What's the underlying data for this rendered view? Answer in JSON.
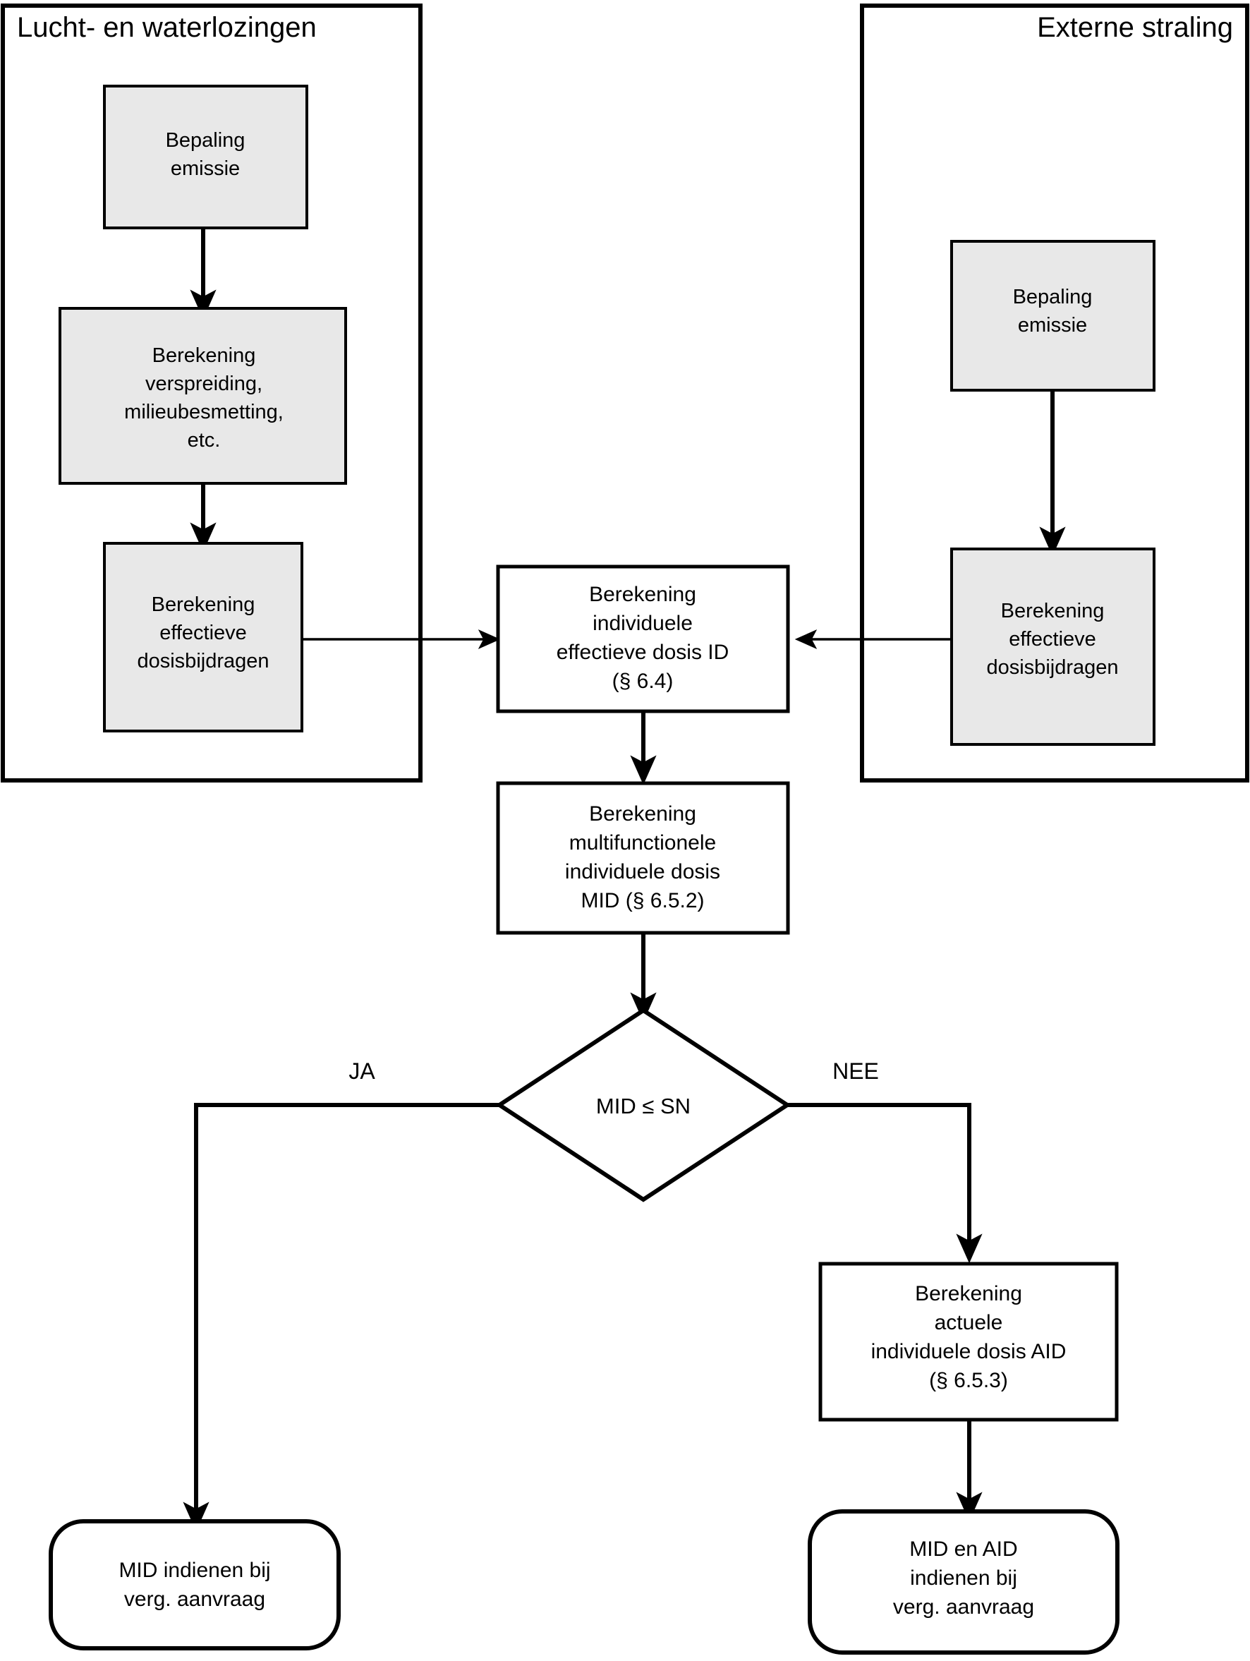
{
  "diagram": {
    "type": "flowchart",
    "language": "nl",
    "title": "",
    "colors": {
      "shaded_fill": "#e8e8e8",
      "plain_fill": "#ffffff",
      "stroke": "#000000"
    },
    "groups": [
      {
        "id": "lucht-en-waterlozingen",
        "label": "Lucht- en waterlozingen"
      },
      {
        "id": "externe-straling",
        "label": "Externe straling"
      }
    ],
    "nodes": {
      "left_emissie": {
        "shape": "process",
        "lines": [
          "Bepaling",
          "emissie"
        ]
      },
      "left_verspreiding": {
        "shape": "process",
        "lines": [
          "Berekening",
          "verspreiding,",
          "milieubesmetting,",
          "etc."
        ]
      },
      "left_dosisbijdragen": {
        "shape": "process",
        "lines": [
          "Berekening",
          "effectieve",
          "dosisbijdragen"
        ]
      },
      "right_emissie": {
        "shape": "process",
        "lines": [
          "Bepaling",
          "emissie"
        ]
      },
      "right_dosisbijdragen": {
        "shape": "process",
        "lines": [
          "Berekening",
          "effectieve",
          "dosisbijdragen"
        ]
      },
      "id_box": {
        "shape": "process",
        "lines": [
          "Berekening",
          "individuele",
          "effectieve dosis ID",
          "(§ 6.4)"
        ]
      },
      "mid_box": {
        "shape": "process",
        "lines": [
          "Berekening",
          "multifunctionele",
          "individuele dosis",
          "MID (§ 6.5.2)"
        ]
      },
      "decision": {
        "shape": "decision",
        "lines": [
          "MID ≤ SN"
        ]
      },
      "aid_box": {
        "shape": "process",
        "lines": [
          "Berekening",
          "actuele",
          "individuele dosis AID",
          "(§ 6.5.3)"
        ]
      },
      "terminal_left": {
        "shape": "terminator",
        "lines": [
          "MID indienen bij",
          "verg. aanvraag"
        ]
      },
      "terminal_right": {
        "shape": "terminator",
        "lines": [
          "MID en  AID",
          "indienen bij",
          "verg. aanvraag"
        ]
      }
    },
    "branch_labels": {
      "yes": "JA",
      "no": "NEE"
    }
  }
}
